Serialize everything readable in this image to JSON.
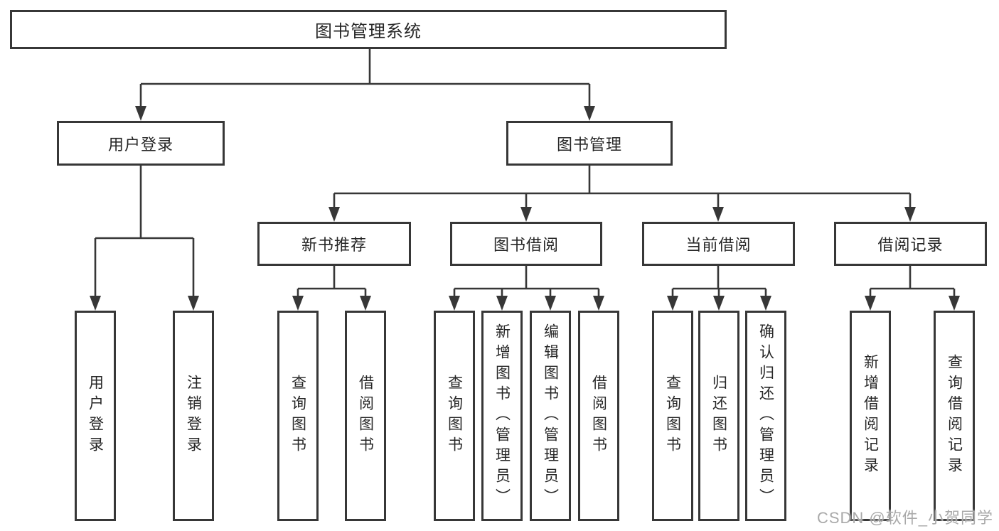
{
  "tree": {
    "label": "图书管理系统",
    "children": [
      {
        "label": "用户登录",
        "children": [
          {
            "label": "用户登录"
          },
          {
            "label": "注销登录"
          }
        ]
      },
      {
        "label": "图书管理",
        "children": [
          {
            "label": "新书推荐",
            "children": [
              {
                "label": "查询图书"
              },
              {
                "label": "借阅图书"
              }
            ]
          },
          {
            "label": "图书借阅",
            "children": [
              {
                "label": "查询图书"
              },
              {
                "label": "新增图书（管理员）"
              },
              {
                "label": "编辑图书（管理员）"
              },
              {
                "label": "借阅图书"
              }
            ]
          },
          {
            "label": "当前借阅",
            "children": [
              {
                "label": "查询图书"
              },
              {
                "label": "归还图书"
              },
              {
                "label": "确认归还（管理员）"
              }
            ]
          },
          {
            "label": "借阅记录",
            "children": [
              {
                "label": "新增借阅记录"
              },
              {
                "label": "查询借阅记录"
              }
            ]
          }
        ]
      }
    ]
  },
  "watermark": {
    "text": "CSDN @软件_小贺同学"
  },
  "colors": {
    "line": "#373737",
    "box_border": "#373737",
    "text": "#262626",
    "watermark": "#a9a9a9",
    "background": "#ffffff"
  }
}
